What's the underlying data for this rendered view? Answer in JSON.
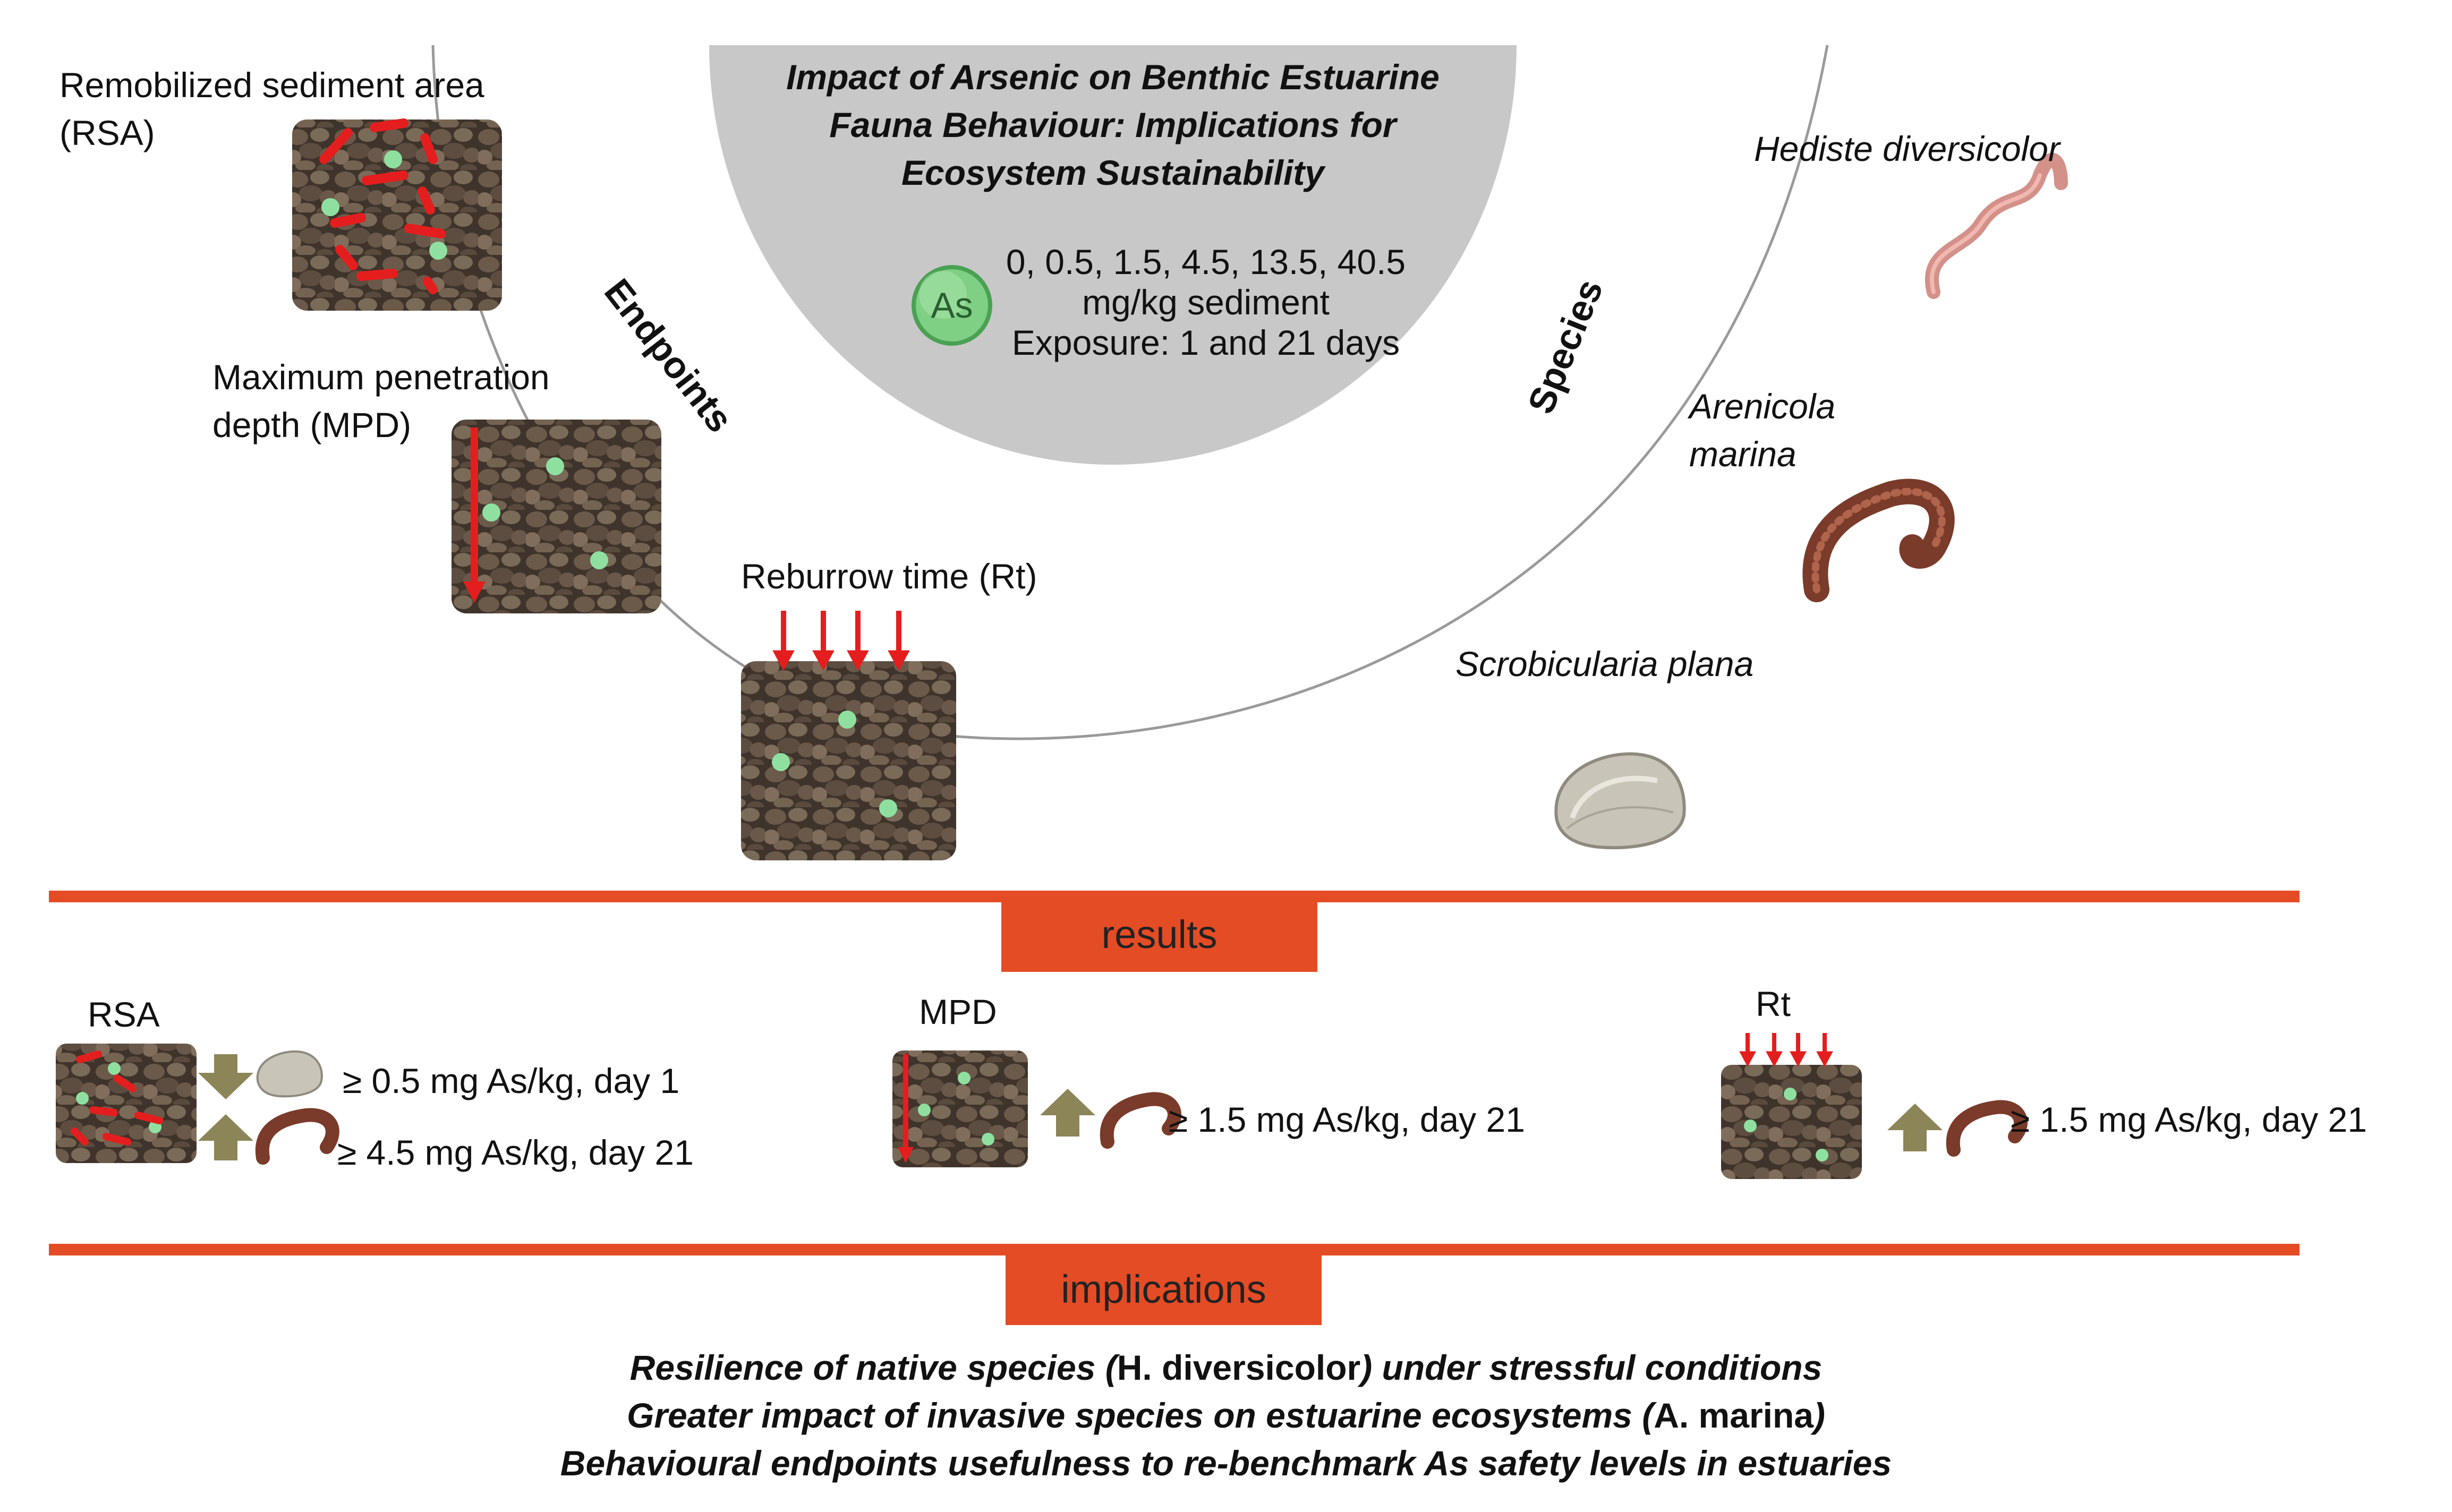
{
  "title": "Impact of Arsenic on Benthic Estuarine Fauna Behaviour: Implications for Ecosystem Sustainability",
  "title_lines": [
    "Impact of Arsenic on Benthic Estuarine",
    "Fauna Behaviour: Implications for",
    "Ecosystem Sustainability"
  ],
  "arsenic": {
    "symbol": "As",
    "concentrations": "0, 0.5, 1.5, 4.5, 13.5, 40.5",
    "unit": "mg/kg sediment",
    "exposure": "Exposure: 1 and 21 days"
  },
  "arc_labels": {
    "endpoints": "Endpoints",
    "species": "Species"
  },
  "endpoints": [
    {
      "line1": "Remobilized sediment area",
      "line2": "(RSA)"
    },
    {
      "line1": "Maximum penetration",
      "line2": "depth (MPD)"
    },
    {
      "line1": "Reburrow time (Rt)"
    }
  ],
  "species": [
    {
      "line1": "Hediste diversicolor"
    },
    {
      "line1": "Arenicola",
      "line2": "marina"
    },
    {
      "line1": "Scrobicularia plana"
    }
  ],
  "results": {
    "header": "results",
    "rsa": {
      "label": "RSA",
      "row1": "≥ 0.5 mg As/kg, day 1",
      "row2": "≥ 4.5 mg As/kg, day 21"
    },
    "mpd": {
      "label": "MPD",
      "row1": "≥ 1.5 mg As/kg, day 21"
    },
    "rt": {
      "label": "Rt",
      "row1": "≥ 1.5 mg As/kg, day 21"
    }
  },
  "implications": {
    "header": "implications",
    "line1_a": "Resilience of native species (",
    "line1_b": "H. diversicolor",
    "line1_c": ") under stressful conditions",
    "line2_a": "Greater impact of invasive species on estuarine ecosystems (",
    "line2_b": "A. marina",
    "line2_c": ")",
    "line3": "Behavioural endpoints usefulness to re-benchmark As safety levels in estuaries"
  },
  "colors": {
    "accent": "#e44c25",
    "arrow_red": "#e41e1e",
    "arrow_olive": "#8c8558",
    "semicircle": "#c9c8c8",
    "sediment": "#5a4a3d",
    "green_dot": "#8fe0a0"
  },
  "icons": [
    "sediment-block-icon",
    "worm-icon",
    "lugworm-icon",
    "clam-icon",
    "arsenic-badge-icon",
    "arrow-up-icon",
    "arrow-down-icon"
  ]
}
